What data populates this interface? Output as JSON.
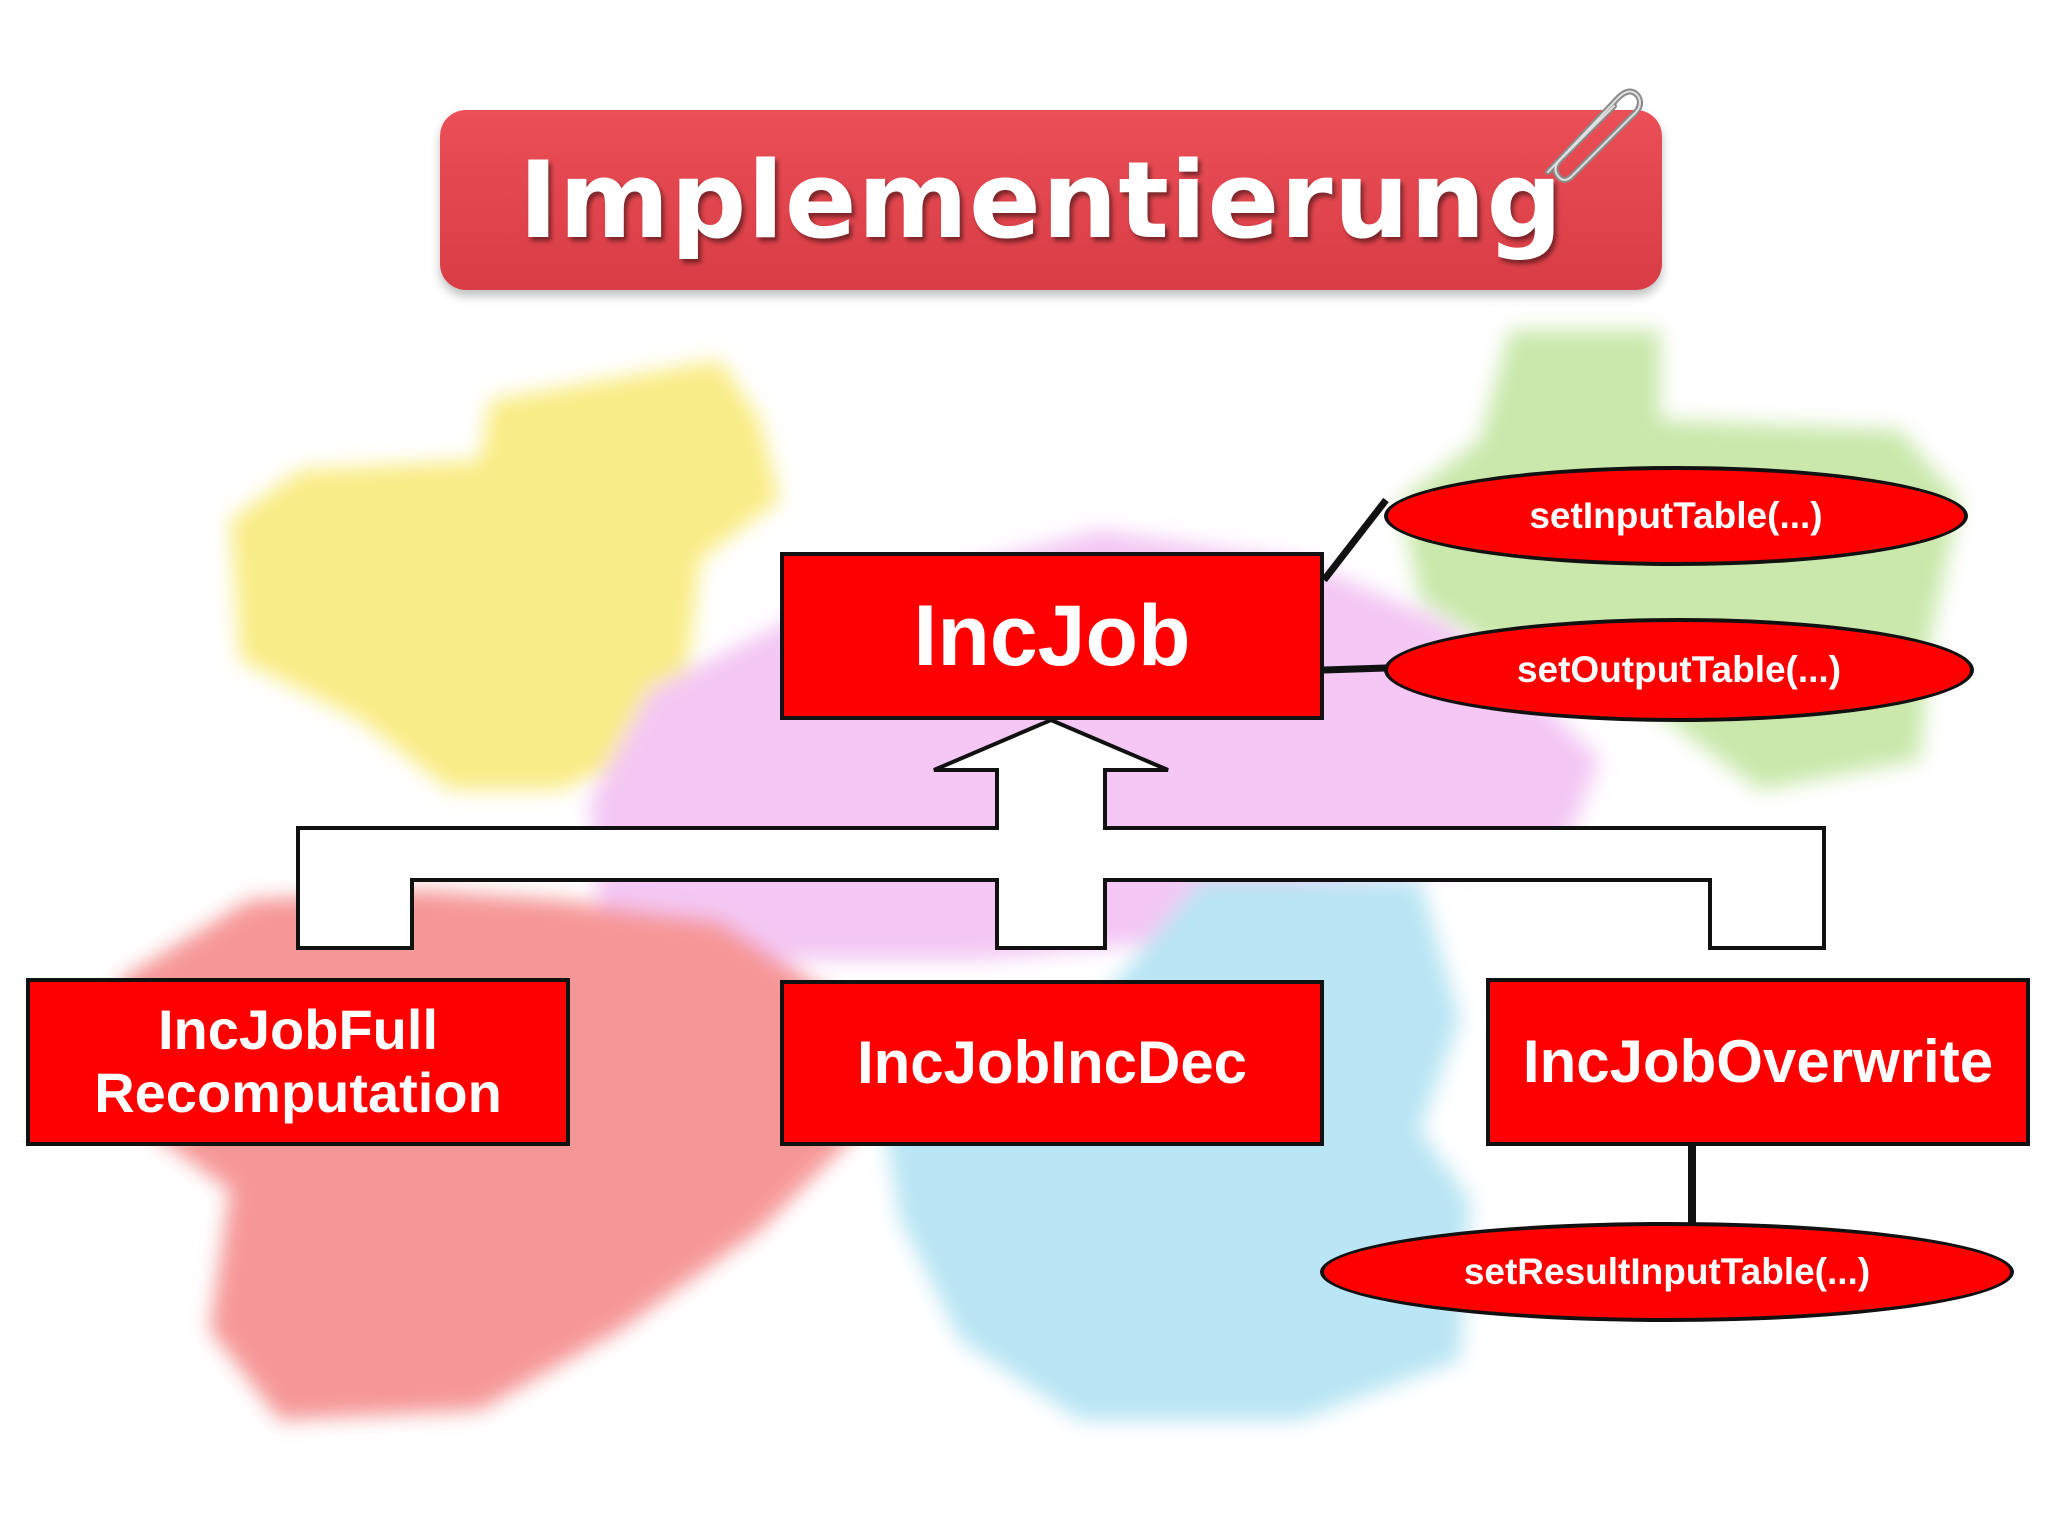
{
  "title": "Implementierung",
  "icons": {
    "decoration": "paperclip-icon"
  },
  "colors": {
    "banner": "#e3464e",
    "box_fill": "#ff0000",
    "text": "#ffffff",
    "outline": "#111111"
  },
  "classes": {
    "parent": {
      "label": "IncJob"
    },
    "children": [
      {
        "lines": [
          "IncJobFull",
          "Recomputation"
        ]
      },
      {
        "lines": [
          "IncJobIncDec"
        ]
      },
      {
        "lines": [
          "IncJobOverwrite"
        ]
      }
    ]
  },
  "methods": {
    "set_input": "setInputTable(...)",
    "set_output": "setOutputTable(...)",
    "set_result_input": "setResultInputTable(...)"
  }
}
